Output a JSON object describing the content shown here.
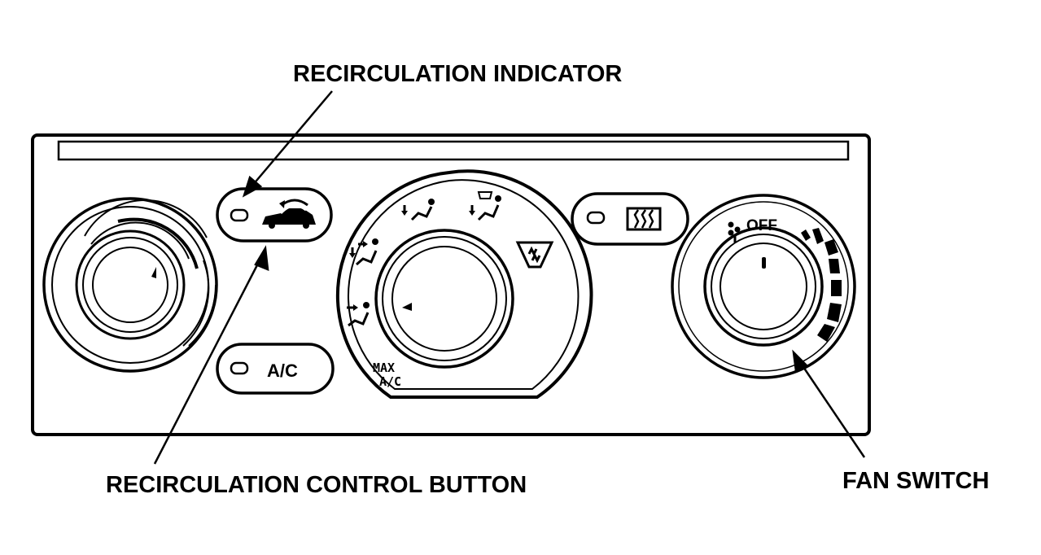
{
  "callouts": {
    "recirculation_indicator": "RECIRCULATION INDICATOR",
    "recirculation_control_button": "RECIRCULATION CONTROL BUTTON",
    "fan_switch": "FAN SWITCH"
  },
  "panel": {
    "ac_button_label": "A/C",
    "mode_dial_max_label": "MAX",
    "mode_dial_ac_label": "A/C",
    "fan_off_label": "OFF"
  },
  "icons": {
    "recirculation": "car-recirculation-icon",
    "rear_defrost": "rear-defrost-icon",
    "front_defrost": "front-defrost-icon",
    "fan": "fan-icon",
    "vent": "vent-icon",
    "bi_level": "bi-level-icon",
    "floor": "floor-icon",
    "floor_defrost": "floor-defrost-icon"
  },
  "colors": {
    "ink": "#000000",
    "paper": "#ffffff"
  }
}
